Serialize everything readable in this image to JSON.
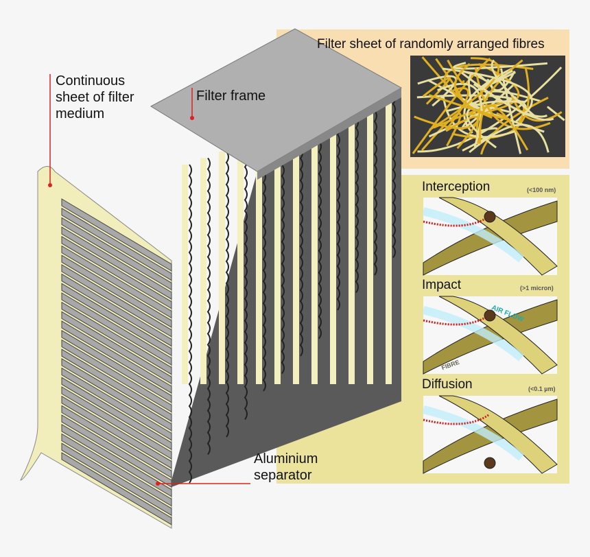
{
  "labels": {
    "continuous_sheet": [
      "Continuous",
      "sheet of filter",
      "medium"
    ],
    "filter_frame": "Filter frame",
    "aluminium_separator": [
      "Aluminium",
      "separator"
    ],
    "fibre_sheet_title": "Filter sheet of randomly arranged fibres"
  },
  "mechanisms": [
    {
      "name": "Interception",
      "size": "(<100 nm)"
    },
    {
      "name": "Impact",
      "size": "(>1 micron)",
      "air_flow": "AIR FLOW",
      "fibre": "FIBRE"
    },
    {
      "name": "Diffusion",
      "size": "(<0.1 µm)"
    }
  ],
  "colors": {
    "leader": "#e02020",
    "peach": "#f8deb0",
    "yellow": "#ebe39c",
    "fibre": "#a39540"
  }
}
